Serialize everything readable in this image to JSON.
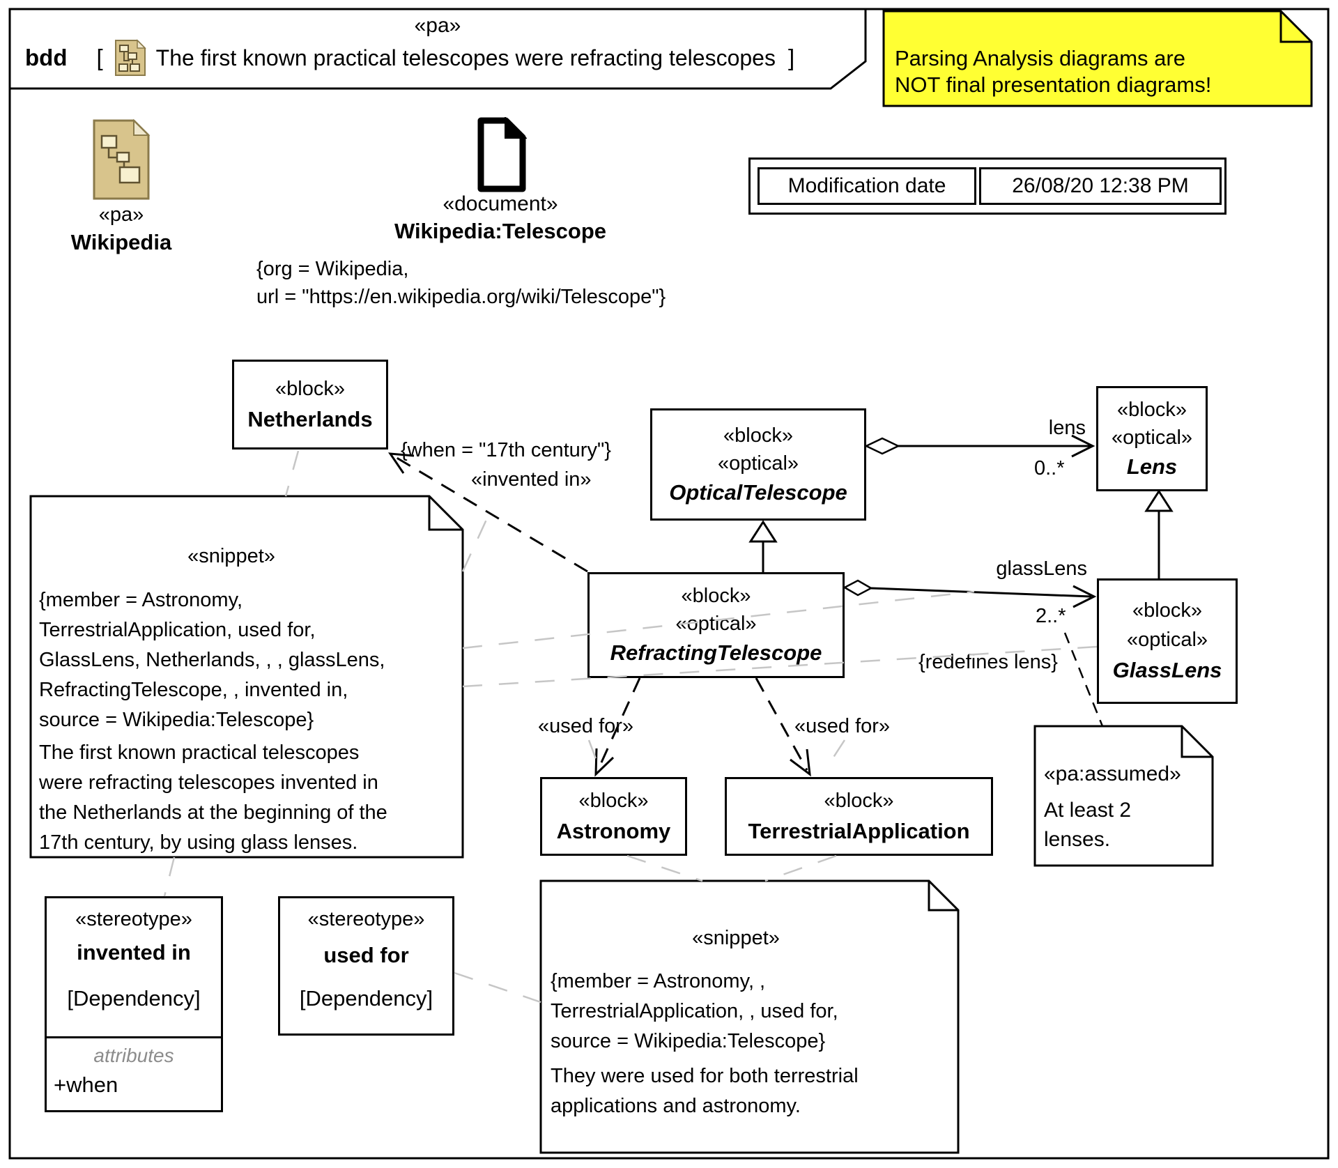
{
  "frame": {
    "stereotype": "«pa»",
    "kind": "bdd",
    "bracket_open": "[",
    "bracket_close": "]",
    "title": "The first known practical telescopes were refracting telescopes"
  },
  "warning_note": {
    "bg": "#ffff33",
    "lines": [
      "Parsing Analysis diagrams are",
      "NOT final presentation diagrams!"
    ]
  },
  "package_item": {
    "stereotype": "«pa»",
    "name": "Wikipedia"
  },
  "document_item": {
    "stereotype": "«document»",
    "name": "Wikipedia:Telescope",
    "props": [
      "{org = Wikipedia,",
      "url = \"https://en.wikipedia.org/wiki/Telescope\"}"
    ]
  },
  "modification": {
    "label": "Modification date",
    "value": "26/08/20 12:38 PM"
  },
  "blocks": {
    "netherlands": {
      "s1": "«block»",
      "name": "Netherlands"
    },
    "optical_telescope": {
      "s1": "«block»",
      "s2": "«optical»",
      "name": "OpticalTelescope"
    },
    "lens": {
      "s1": "«block»",
      "s2": "«optical»",
      "name": "Lens"
    },
    "refracting_telescope": {
      "s1": "«block»",
      "s2": "«optical»",
      "name": "RefractingTelescope"
    },
    "glass_lens": {
      "s1": "«block»",
      "s2": "«optical»",
      "name": "GlassLens"
    },
    "astronomy": {
      "s1": "«block»",
      "name": "Astronomy"
    },
    "terrestrial_application": {
      "s1": "«block»",
      "name": "TerrestrialApplication"
    }
  },
  "edges": {
    "lens": {
      "name": "lens",
      "mult": "0..*"
    },
    "glasslens": {
      "name": "glassLens",
      "mult": "2..*",
      "constraint": "{redefines lens}"
    },
    "invented_in": {
      "constraint": "{when = \"17th century\"}",
      "label": "«invented in»"
    },
    "used_for_left": {
      "label": "«used for»"
    },
    "used_for_right": {
      "label": "«used for»"
    }
  },
  "notes": {
    "snippet_left": {
      "stereotype": "«snippet»",
      "props": [
        "{member = Astronomy,",
        "TerrestrialApplication, used for,",
        "GlassLens, Netherlands, , , glassLens,",
        "RefractingTelescope, , invented in,",
        "source = Wikipedia:Telescope}"
      ],
      "body": [
        "The first known practical telescopes",
        "were refracting telescopes invented in",
        "the Netherlands at the beginning of the",
        "17th century, by using glass lenses."
      ]
    },
    "snippet_bottom": {
      "stereotype": "«snippet»",
      "props": [
        "{member = Astronomy, ,",
        "TerrestrialApplication, , used for,",
        "source = Wikipedia:Telescope}"
      ],
      "body": [
        "They were used for both terrestrial",
        "applications and astronomy."
      ]
    },
    "assumed": {
      "stereotype": "«pa:assumed»",
      "body": [
        "At least 2",
        "lenses."
      ]
    }
  },
  "stereotype_defs": {
    "invented_in": {
      "stereotype": "«stereotype»",
      "name": "invented in",
      "meta": "[Dependency]",
      "attributes_label": "attributes",
      "attribute": "+when"
    },
    "used_for": {
      "stereotype": "«stereotype»",
      "name": "used for",
      "meta": "[Dependency]"
    }
  },
  "colors": {
    "anchor_gray": "#c6c6c6",
    "icon_tan": "#d8c48c",
    "note_yellow": "#ffff33"
  }
}
